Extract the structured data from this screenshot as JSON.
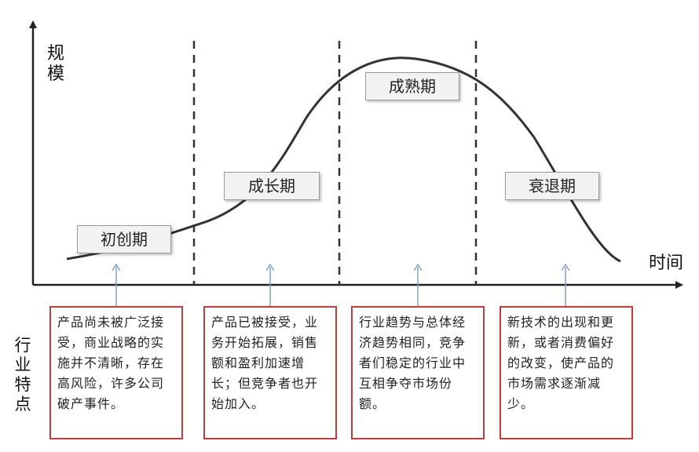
{
  "axes": {
    "y_label": "规模",
    "x_label": "时间"
  },
  "stages": [
    {
      "name": "初创期",
      "description": "产品尚未被广泛接受，商业战略的实施并不清晰，存在高风险，许多公司破产事件。"
    },
    {
      "name": "成长期",
      "description": "产品已被接受，业务开始拓展，销售额和盈利加速增长；但竞争者也开始加入。"
    },
    {
      "name": "成熟期",
      "description": "行业趋势与总体经济趋势相同，竞争者们稳定的行业中互相争夺市场份额。"
    },
    {
      "name": "衰退期",
      "description": "新技术的出现和更新，或者消费偏好的改变，使产品的市场需求逐渐减少。"
    }
  ],
  "side_label": "行业特点",
  "colors": {
    "curve": "#333333",
    "box_border": "#c23b3b",
    "arrow": "#7fa3c8",
    "stage_fill": "#f2f2f2"
  }
}
